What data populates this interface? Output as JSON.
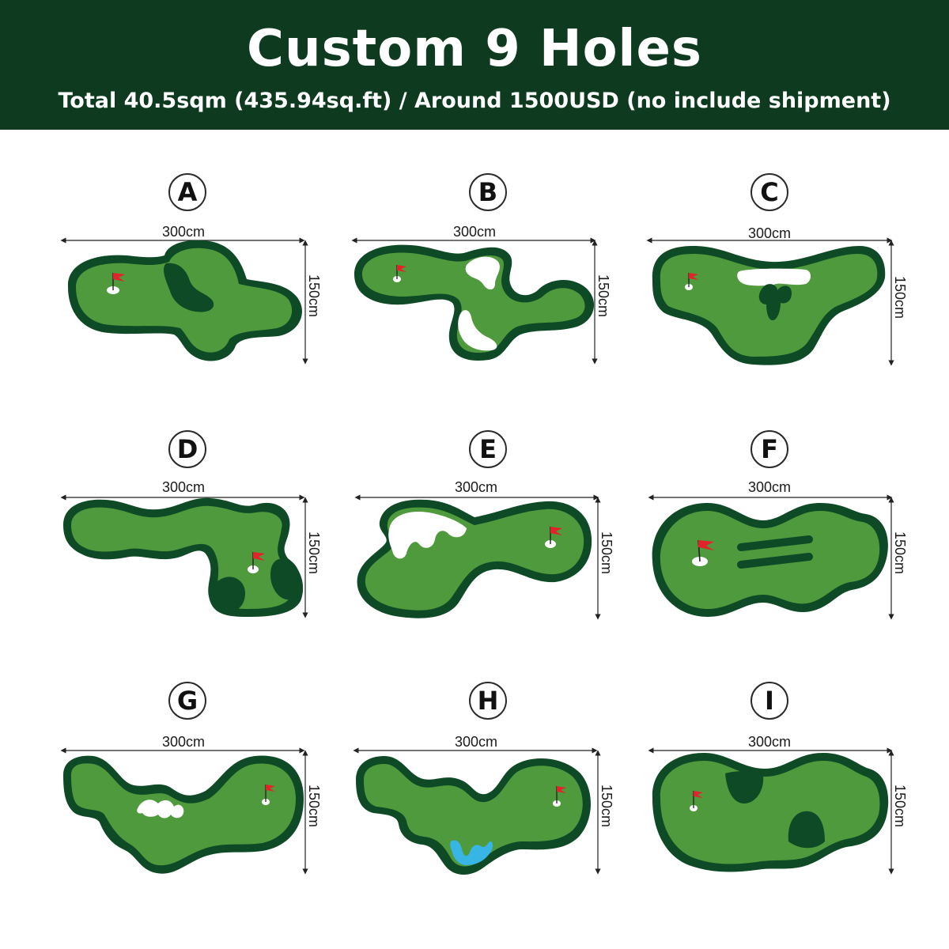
{
  "header": {
    "title": "Custom 9 Holes",
    "subtitle": "Total 40.5sqm (435.94sq.ft) / Around 1500USD   (no include shipment)"
  },
  "colors": {
    "header_bg": "#0e3b1f",
    "rough": "#0e4a25",
    "green": "#4f9a3c",
    "sand": "#ffffff",
    "water": "#37b6e6",
    "flag": "#e3232b"
  },
  "holes": [
    {
      "label": "A",
      "width_label": "300cm",
      "height_label": "150cm",
      "features": [
        "flag",
        "dark-mound"
      ]
    },
    {
      "label": "B",
      "width_label": "300cm",
      "height_label": "150cm",
      "features": [
        "flag",
        "sand-trap",
        "sand-trap"
      ]
    },
    {
      "label": "C",
      "width_label": "300cm",
      "height_label": "150cm",
      "features": [
        "flag",
        "sand-trap",
        "dark-mound"
      ]
    },
    {
      "label": "D",
      "width_label": "300cm",
      "height_label": "150cm",
      "features": [
        "flag",
        "dark-mound",
        "dark-mound"
      ]
    },
    {
      "label": "E",
      "width_label": "300cm",
      "height_label": "150cm",
      "features": [
        "flag",
        "sand-trap"
      ]
    },
    {
      "label": "F",
      "width_label": "300cm",
      "height_label": "150cm",
      "features": [
        "flag",
        "ramp-stripes"
      ]
    },
    {
      "label": "G",
      "width_label": "300cm",
      "height_label": "150cm",
      "features": [
        "flag",
        "sand-trap"
      ]
    },
    {
      "label": "H",
      "width_label": "300cm",
      "height_label": "150cm",
      "features": [
        "flag",
        "water-hazard"
      ]
    },
    {
      "label": "I",
      "width_label": "300cm",
      "height_label": "150cm",
      "features": [
        "flag",
        "dark-mound",
        "dark-mound"
      ]
    }
  ]
}
